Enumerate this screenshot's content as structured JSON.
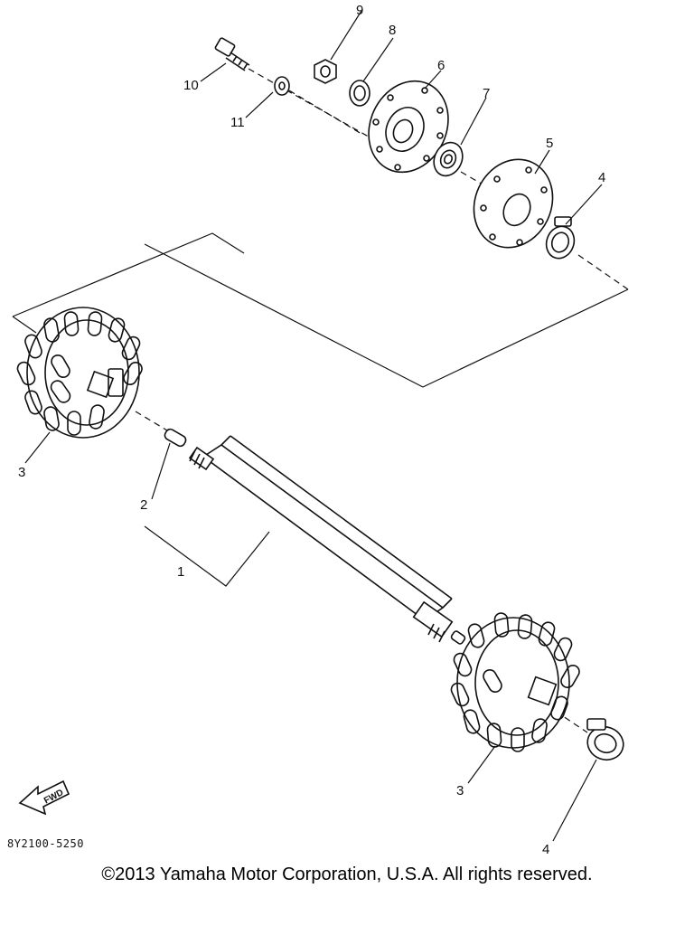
{
  "callouts": {
    "c1": "1",
    "c2": "2",
    "c3a": "3",
    "c3b": "3",
    "c4a": "4",
    "c4b": "4",
    "c5": "5",
    "c6": "6",
    "c7": "7",
    "c8": "8",
    "c9": "9",
    "c10": "10",
    "c11": "11"
  },
  "fwd_label": "FWD",
  "diagram_code": "8Y2100-5250",
  "copyright": "©2013 Yamaha Motor Corporation, U.S.A. All rights reserved.",
  "colors": {
    "line": "#111111",
    "background": "#ffffff"
  }
}
